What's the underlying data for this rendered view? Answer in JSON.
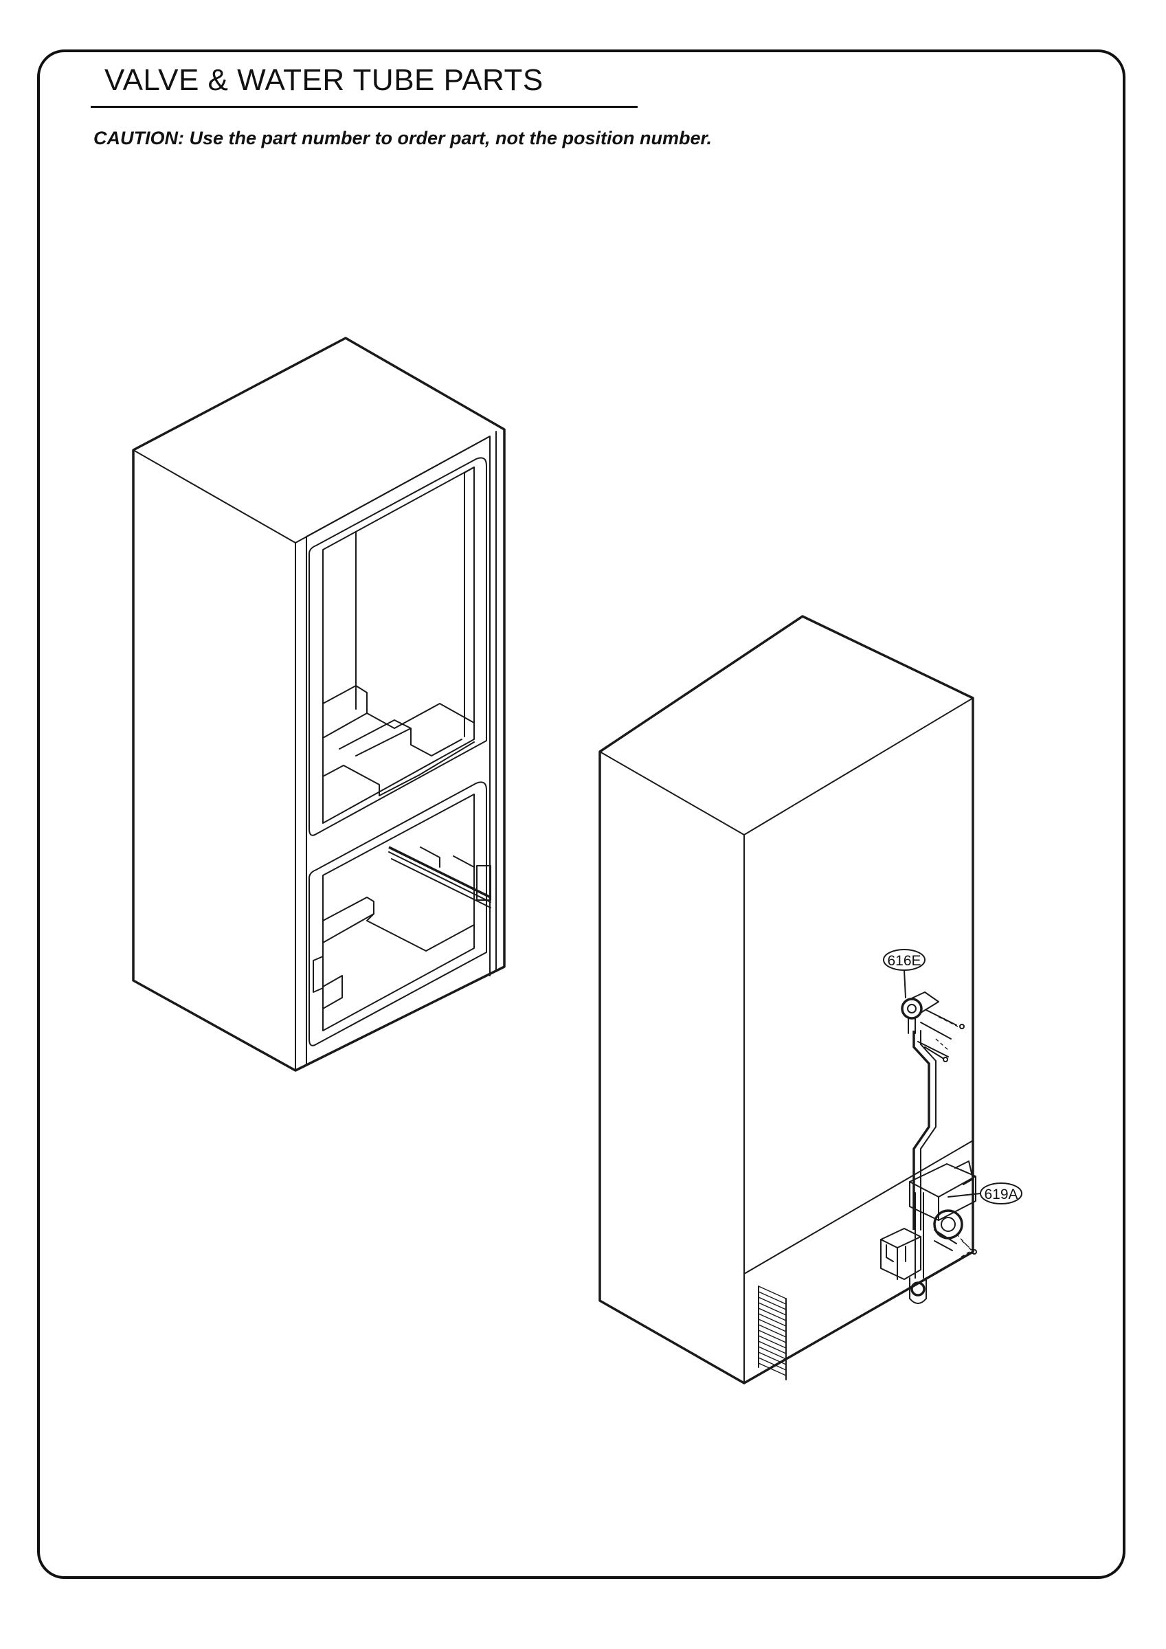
{
  "page": {
    "title": "VALVE & WATER TUBE PARTS",
    "caution": "CAUTION: Use the part number to order part, not the position number."
  },
  "callouts": [
    {
      "id": "616E",
      "label": "616E"
    },
    {
      "id": "619A",
      "label": "619A"
    }
  ]
}
